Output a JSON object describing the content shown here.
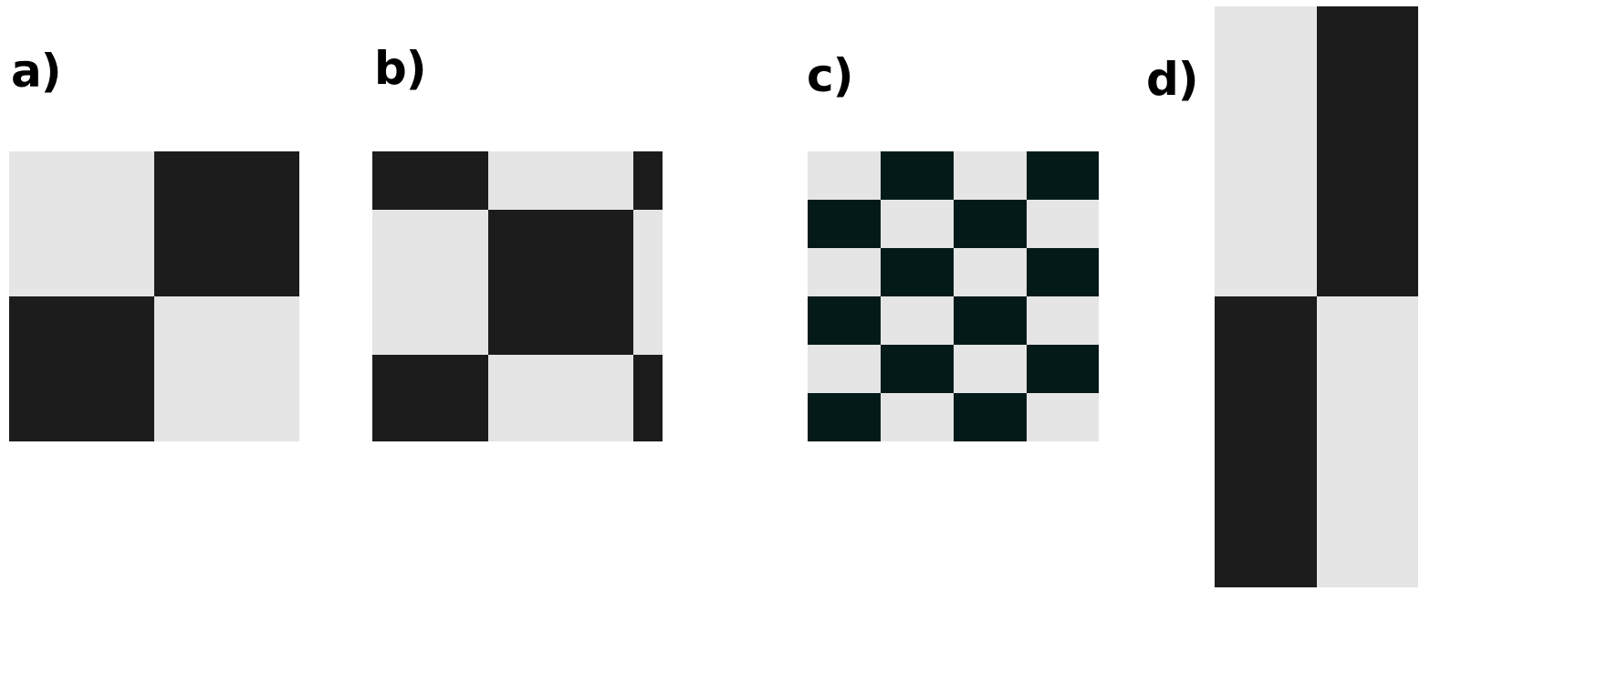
{
  "labels": {
    "a": "a)",
    "b": "b)",
    "c": "c)",
    "d": "d)"
  },
  "colors": {
    "light": "#e5e5e5",
    "dark": "#1c1c1c",
    "dark_teal": "#031a19"
  },
  "panels": {
    "a": {
      "columns": 2,
      "rows": 2,
      "pattern": [
        [
          "light",
          "dark"
        ],
        [
          "dark",
          "light"
        ]
      ]
    },
    "b": {
      "columns": 3,
      "rows": 3,
      "pattern": [
        [
          "dark",
          "light",
          "dark"
        ],
        [
          "light",
          "dark",
          "light"
        ],
        [
          "dark",
          "light",
          "dark"
        ]
      ]
    },
    "c": {
      "columns": 4,
      "rows": 6,
      "pattern": [
        [
          "light",
          "dark_teal",
          "light",
          "dark_teal"
        ],
        [
          "dark_teal",
          "light",
          "dark_teal",
          "light"
        ],
        [
          "light",
          "dark_teal",
          "light",
          "dark_teal"
        ],
        [
          "dark_teal",
          "light",
          "dark_teal",
          "light"
        ],
        [
          "light",
          "dark_teal",
          "light",
          "dark_teal"
        ],
        [
          "dark_teal",
          "light",
          "dark_teal",
          "light"
        ]
      ]
    },
    "d": {
      "columns": 2,
      "rows": 2,
      "pattern": [
        [
          "light",
          "dark"
        ],
        [
          "dark",
          "light"
        ]
      ]
    }
  }
}
